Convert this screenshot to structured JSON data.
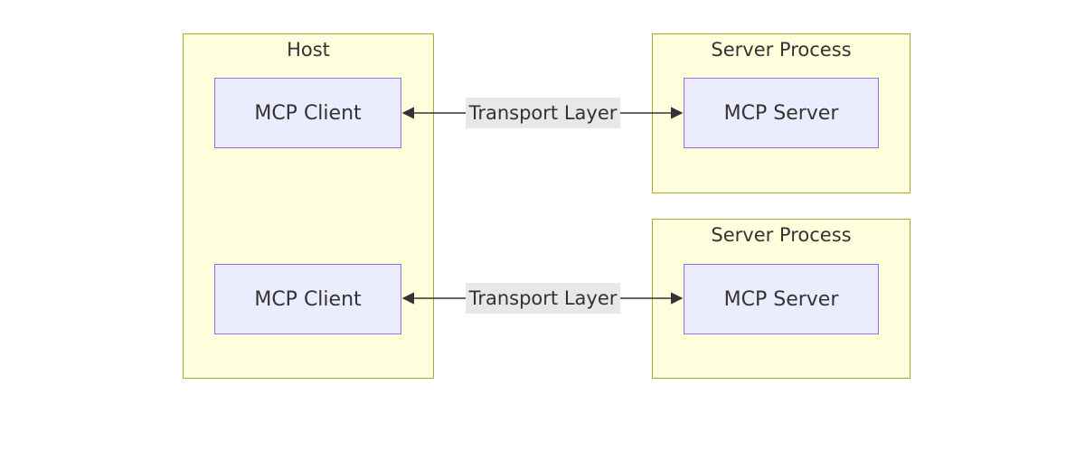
{
  "colors": {
    "cluster_fill": "#ffffde",
    "cluster_border": "#aaaa33",
    "node_fill": "#ececff",
    "node_border": "#9370db",
    "edge": "#333333",
    "label_bg": "#e8e8e8"
  },
  "host": {
    "title": "Host",
    "clients": [
      {
        "label": "MCP Client"
      },
      {
        "label": "MCP Client"
      }
    ]
  },
  "server_processes": [
    {
      "title": "Server Process",
      "server": {
        "label": "MCP Server"
      }
    },
    {
      "title": "Server Process",
      "server": {
        "label": "MCP Server"
      }
    }
  ],
  "edges": [
    {
      "from": "host.clients.0",
      "to": "server_processes.0.server",
      "label": "Transport Layer",
      "direction": "both"
    },
    {
      "from": "host.clients.1",
      "to": "server_processes.1.server",
      "label": "Transport Layer",
      "direction": "both"
    }
  ]
}
